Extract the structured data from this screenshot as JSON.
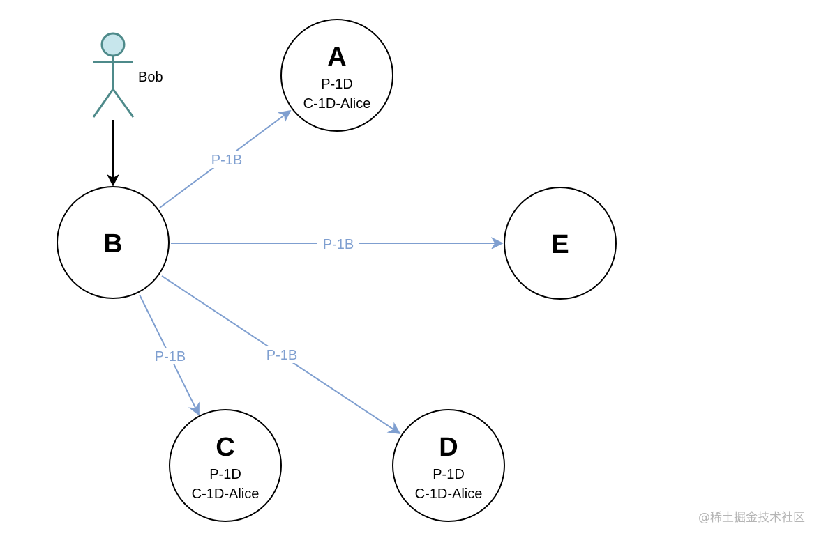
{
  "actor": {
    "label": "Bob"
  },
  "nodes": [
    {
      "id": "A",
      "title": "A",
      "lines": [
        "P-1D",
        "C-1D-Alice"
      ]
    },
    {
      "id": "B",
      "title": "B",
      "lines": []
    },
    {
      "id": "E",
      "title": "E",
      "lines": []
    },
    {
      "id": "C",
      "title": "C",
      "lines": [
        "P-1D",
        "C-1D-Alice"
      ]
    },
    {
      "id": "D",
      "title": "D",
      "lines": [
        "P-1D",
        "C-1D-Alice"
      ]
    }
  ],
  "edges": [
    {
      "from": "Bob",
      "to": "B",
      "label": ""
    },
    {
      "from": "B",
      "to": "A",
      "label": "P-1B"
    },
    {
      "from": "B",
      "to": "E",
      "label": "P-1B"
    },
    {
      "from": "B",
      "to": "C",
      "label": "P-1B"
    },
    {
      "from": "B",
      "to": "D",
      "label": "P-1B"
    }
  ],
  "colors": {
    "edge": "#7f9fd0",
    "actor_stroke": "#4e8a8a",
    "actor_fill": "#c7e6ec",
    "node_stroke": "#000000"
  },
  "watermark": "@稀土掘金技术社区"
}
